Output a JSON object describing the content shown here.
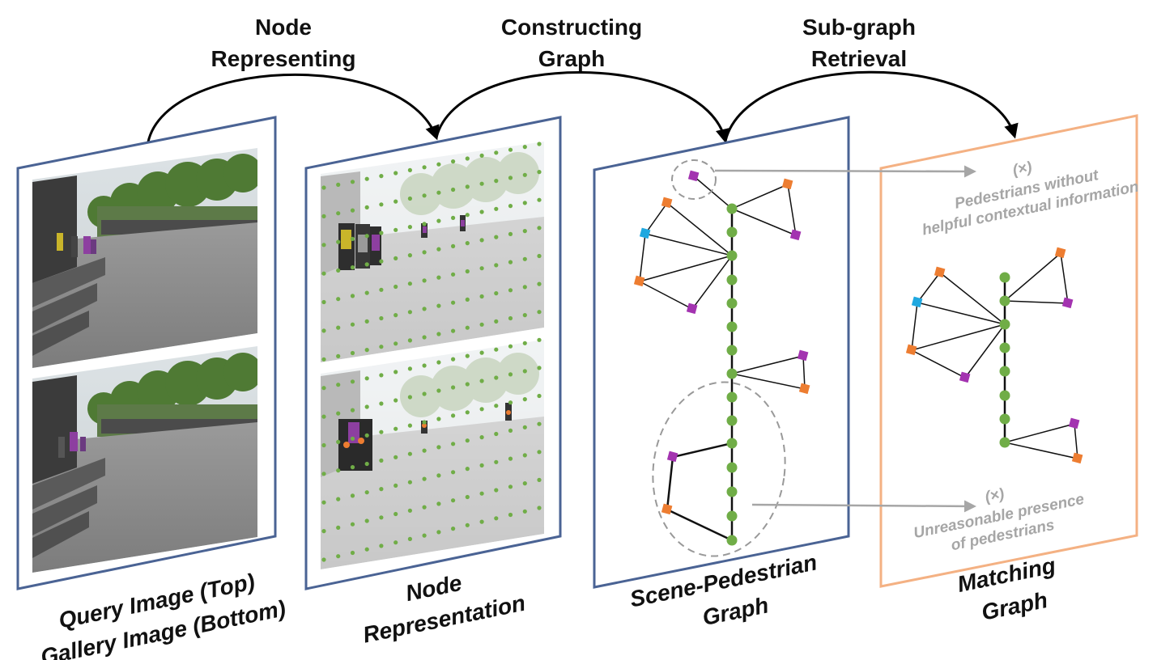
{
  "steps": [
    {
      "line1": "Node",
      "line2": "Representing"
    },
    {
      "line1": "Constructing",
      "line2": "Graph"
    },
    {
      "line1": "Sub-graph",
      "line2": "Retrieval"
    }
  ],
  "captions": {
    "images": {
      "line1": "Query Image (Top)",
      "line2": "Gallery Image (Bottom)"
    },
    "nodes": {
      "line1": "Node",
      "line2": "Representation"
    },
    "scene": {
      "line1": "Scene-Pedestrian",
      "line2": "Graph"
    },
    "matching": {
      "line1": "Matching",
      "line2": "Graph"
    }
  },
  "notes": {
    "top": {
      "mark": "(×)",
      "line1": "Pedestrians without",
      "line2": "helpful contextual information"
    },
    "bottom": {
      "mark": "(×)",
      "line1": "Unreasonable presence",
      "line2": "of pedestrians"
    }
  },
  "colors": {
    "panel_frame": "#4a6394",
    "matching_frame": "#f4b183",
    "scene_node": "#70ad47",
    "ped_orange": "#ed7d31",
    "ped_purple": "#a333b0",
    "ped_blue": "#1fa8e0",
    "annotation_gray": "#a6a6a6"
  }
}
